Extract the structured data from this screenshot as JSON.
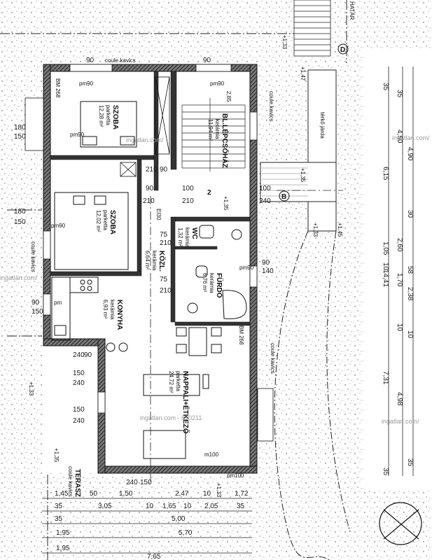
{
  "rooms": {
    "szoba1": {
      "name": "SZOBA",
      "floor": "parketta",
      "area": "12,28 m²"
    },
    "lepcsohaz": {
      "name": "BL.LÉPCSŐHÁZ",
      "floor": "kerámia",
      "area": "11,94 m²",
      "height": "2,85"
    },
    "szoba2": {
      "name": "SZOBA",
      "floor": "parketta",
      "area": "12,02 m²"
    },
    "wc": {
      "name": "WC",
      "floor": "kerámia",
      "area": "1,32 m²"
    },
    "kozl": {
      "name": "KÖZL.",
      "floor": "kerámia",
      "area": "6,64 m²"
    },
    "furdo": {
      "name": "FÜRDŐ",
      "floor": "kerámia",
      "area": "6,76 m²"
    },
    "konyha": {
      "name": "KONYHA",
      "floor": "kerámia",
      "area": "6,93 m²"
    },
    "nappali": {
      "name": "NAPPALI+ÉTKEZŐ",
      "floor": "parketta",
      "area": "24,72 m²"
    },
    "terasz": {
      "name": "TERASZ",
      "floor": "coule kavics"
    },
    "jarda": {
      "name": "térkő járda"
    }
  },
  "labels": {
    "coule": "coule kavics",
    "bm": "BM 268",
    "hatar": "HATÁR",
    "pm90": "pm90",
    "pm100": "pm100",
    "m100": "m100",
    "ei30": "EI30",
    "wm1": "ingatlan.com/",
    "wm2": "ingatlan.com - 870211"
  },
  "levels": {
    "p133a": "+1,33",
    "p133b": "+1,33",
    "p133c": "+1,33",
    "p135a": "+1,35",
    "p135b": "+1,35",
    "p135c": "+1,35",
    "p145": "+1,45",
    "p147": "+1,47",
    "p133d": "+1,33"
  },
  "markers": {
    "d": "D",
    "b": "B",
    "two": "2"
  },
  "dims": {
    "d90": "90",
    "d180": "180",
    "d150": "150",
    "d100": "100",
    "d210": "210",
    "d240": "240",
    "d75": "75",
    "d140": "140"
  },
  "right_chain": [
    "35",
    "35",
    "4,90",
    "6,15",
    "4,50",
    "30",
    "1,05",
    "2,60",
    "58",
    "10",
    "1,70",
    "2,38",
    "14,41",
    "10",
    "10",
    "7,31",
    "4,98",
    "35",
    "35"
  ],
  "bottom_chain": {
    "r1": [
      "1,45",
      "50",
      "1,50",
      "2,47",
      "10",
      "1,72"
    ],
    "r2": [
      "35",
      "3,05",
      "10",
      "1,65",
      "10",
      "2,05",
      "35"
    ],
    "r3": [
      "35",
      "5,00"
    ],
    "r4": [
      "1,95",
      "5,70"
    ],
    "r5": [
      "1,95"
    ],
    "r6": [
      "7,65"
    ]
  }
}
